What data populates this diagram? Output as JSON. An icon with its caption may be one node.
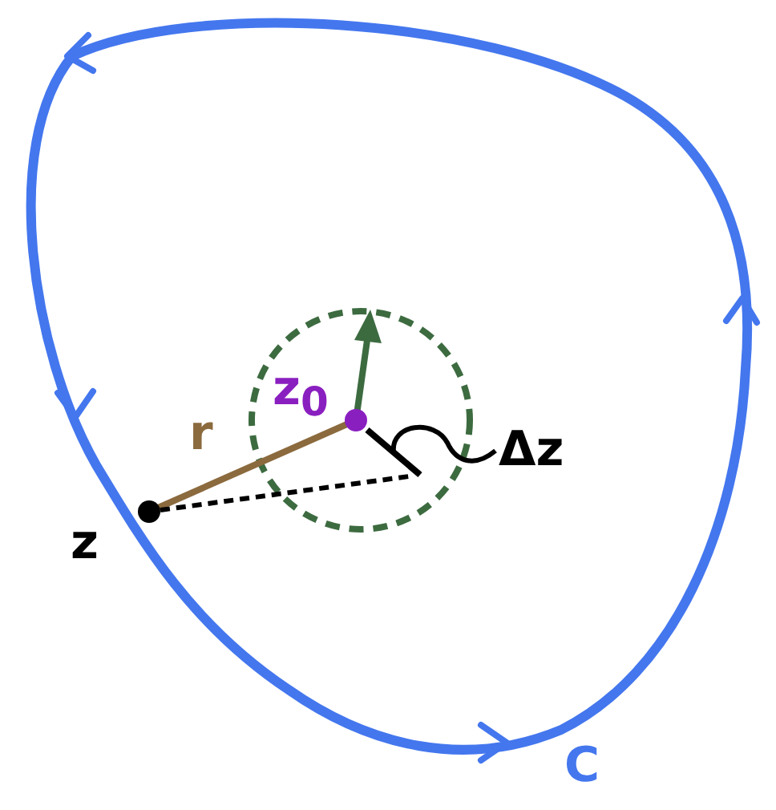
{
  "diagram": {
    "nodes": [
      {
        "text": [
          "Δz"
        ]
      },
      {
        "text": [],
        "shape": "line"
      }
    ],
    "edges": [
      {
        "from": 0,
        "to": 1,
        "arrow": "none"
      }
    ],
    "labels": [
      "z$_{0}$",
      "r",
      "z",
      "C"
    ]
  }
}
